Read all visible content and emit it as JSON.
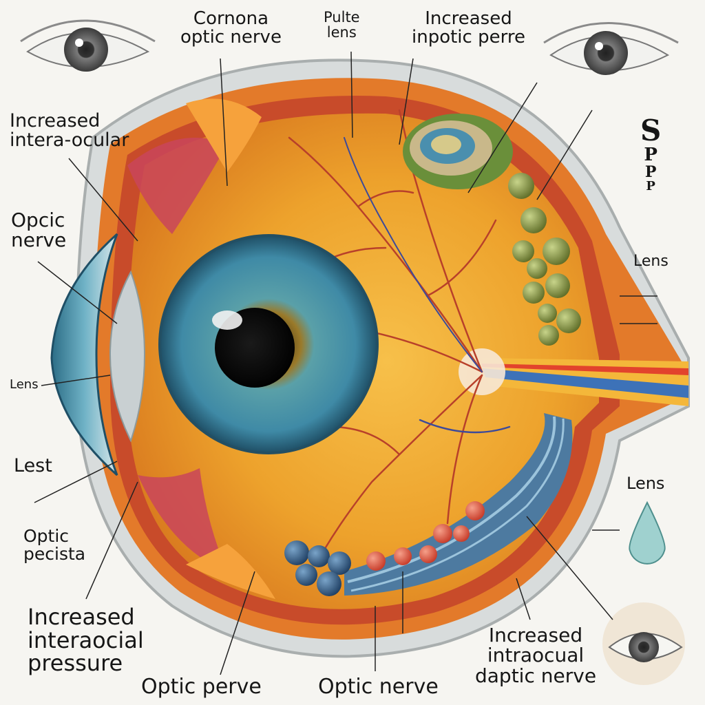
{
  "labels": {
    "top_left_title": [
      "Cornona",
      "optic nerve"
    ],
    "top_mid": [
      "Pulte",
      "lens"
    ],
    "top_right": [
      "Increased",
      "inpotic perre"
    ],
    "left_1": [
      "Increased",
      "intera-ocular"
    ],
    "left_2": [
      "Opcic",
      "nerve"
    ],
    "left_3": "Lens",
    "left_4": "Lest",
    "left_5": [
      "Optic",
      "pecista"
    ],
    "bottom_left": [
      "Increased",
      "interaocial",
      "pressure"
    ],
    "bottom_1": "Optic perve",
    "bottom_2": "Optic nerve",
    "bottom_right": [
      "Increased",
      "intraocual",
      "daptic nerve"
    ],
    "right_spp": [
      "S",
      "P",
      "P",
      "P"
    ],
    "right_lens_1": "Lens",
    "right_lens_2": "Lens"
  },
  "colors": {
    "iris": "#3f8aa6",
    "retina": "#f0a22e",
    "sclera_band": "#e37a2a",
    "nerve_blue": "#3d72b8",
    "vessel": "#b8402a"
  }
}
